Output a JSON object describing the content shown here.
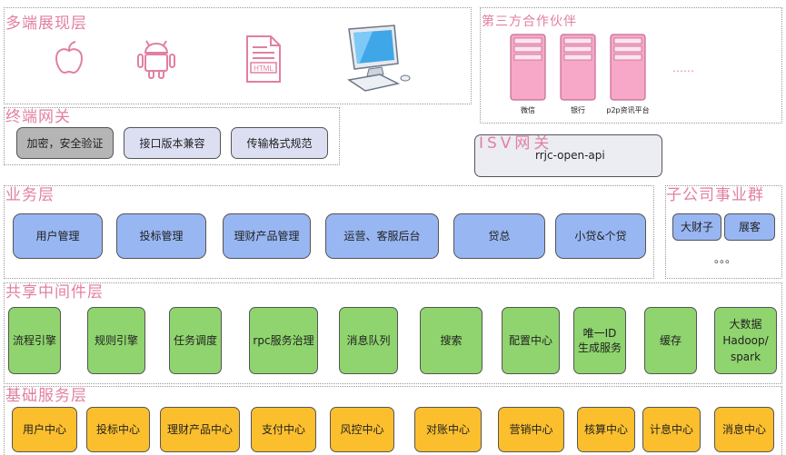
{
  "layers": {
    "display": {
      "title": "多端展现层"
    },
    "partners": {
      "title": "第三方合作伙伴",
      "servers": [
        "微信",
        "银行",
        "p2p资讯平台"
      ],
      "more": "……"
    },
    "gateway": {
      "title": "终端网关",
      "items": [
        "加密，安全验证",
        "接口版本兼容",
        "传输格式规范"
      ]
    },
    "isv": {
      "title": "ISV网关",
      "label": "rrjc-open-api"
    },
    "business": {
      "title": "业务层",
      "items": [
        "用户管理",
        "投标管理",
        "理财产品管理",
        "运营、客服后台",
        "贷总",
        "小贷&个贷"
      ]
    },
    "subsidiary": {
      "title": "子公司事业群",
      "items": [
        "大财子",
        "展客"
      ],
      "more": "。。。"
    },
    "middleware": {
      "title": "共享中间件层",
      "items": [
        "流程引擎",
        "规则引擎",
        "任务调度",
        "rpc服务治理",
        "消息队列",
        "搜索",
        "配置中心",
        "唯一ID\n生成服务",
        "缓存",
        "大数据\nHadoop/\nspark"
      ]
    },
    "base": {
      "title": "基础服务层",
      "items": [
        "用户中心",
        "投标中心",
        "理财产品中心",
        "支付中心",
        "风控中心",
        "对账中心",
        "营销中心",
        "核算中心",
        "计息中心",
        "消息中心"
      ]
    }
  },
  "icons": [
    "apple-icon",
    "android-icon",
    "html-file-icon",
    "desktop-computer-icon"
  ],
  "colors": {
    "title_pink": "#e27fa3",
    "grey": "#b5b5b5",
    "lavender": "#dcdff2",
    "blue": "#98b6f2",
    "green": "#8fd46e",
    "orange": "#fbbf2d",
    "server_pink": "#f7a8c8"
  }
}
